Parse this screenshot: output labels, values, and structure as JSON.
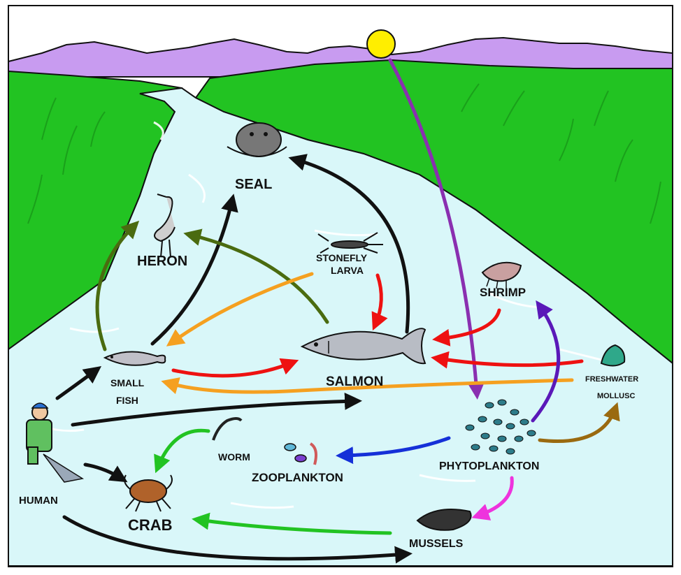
{
  "labels": {
    "seal": "SEAL",
    "heron": "HERON",
    "stonefly_1": "STONEFLY",
    "stonefly_2": "LARVA",
    "shrimp": "SHRIMP",
    "small_fish_1": "SMALL",
    "small_fish_2": "FISH",
    "salmon": "SALMON",
    "mollusc_1": "FRESHWATER",
    "mollusc_2": "MOLLUSC",
    "worm": "WORM",
    "zooplankton": "ZOOPLANKTON",
    "phytoplankton": "PHYTOPLANKTON",
    "human": "HUMAN",
    "crab": "CRAB",
    "mussels": "MUSSELS"
  },
  "colors": {
    "sky": "#ffffff",
    "mountains": "#c89bf0",
    "grass": "#22c322",
    "river": "#d9f7f9",
    "sun": "#ffee00",
    "black_arrow": "#111111",
    "green_arrow_dark": "#4a6b10",
    "green_arrow_light": "#22c322",
    "red_arrow": "#ee1111",
    "orange_arrow": "#f5a020",
    "purple_arrow": "#8a2fb0",
    "indigo_arrow": "#5a18b8",
    "blue_arrow": "#1530d8",
    "brown_arrow": "#9a6a10",
    "pink_arrow": "#ee33dd"
  },
  "icons": [
    "sun-icon",
    "seal-icon",
    "heron-icon",
    "stonefly-larva-icon",
    "shrimp-icon",
    "small-fish-icon",
    "salmon-icon",
    "freshwater-mollusc-icon",
    "worm-icon",
    "zooplankton-icon",
    "phytoplankton-icon",
    "human-icon",
    "crab-icon",
    "mussels-icon"
  ]
}
